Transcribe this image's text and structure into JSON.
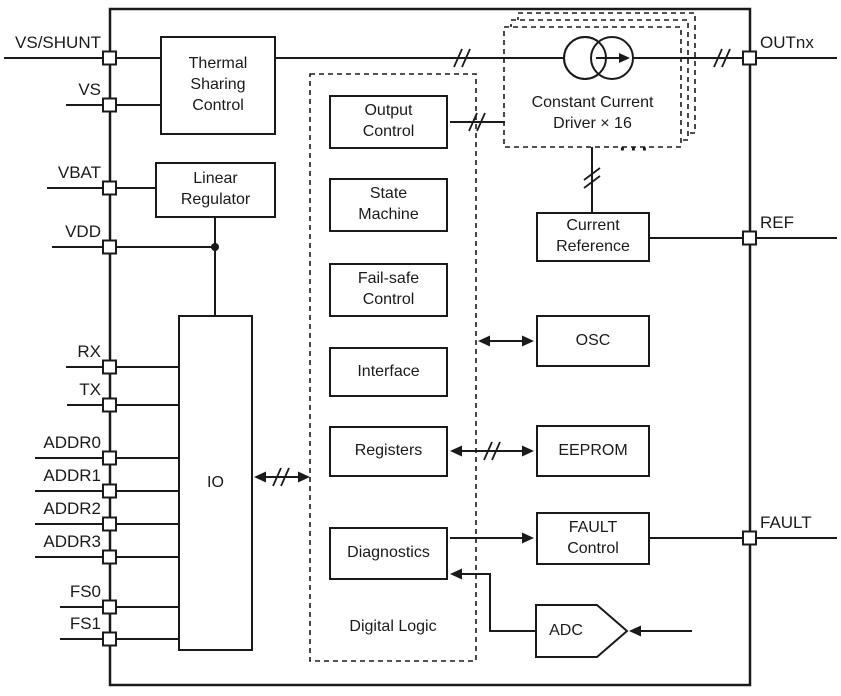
{
  "pins": {
    "left": [
      {
        "label": "VS/SHUNT"
      },
      {
        "label": "VS"
      },
      {
        "label": "VBAT"
      },
      {
        "label": "VDD"
      },
      {
        "label": "RX"
      },
      {
        "label": "TX"
      },
      {
        "label": "ADDR0"
      },
      {
        "label": "ADDR1"
      },
      {
        "label": "ADDR2"
      },
      {
        "label": "ADDR3"
      },
      {
        "label": "FS0"
      },
      {
        "label": "FS1"
      }
    ],
    "right": [
      {
        "label": "OUTnx"
      },
      {
        "label": "REF"
      },
      {
        "label": "FAULT"
      }
    ]
  },
  "blocks": {
    "thermal_sharing_control": "Thermal\nSharing\nControl",
    "linear_regulator": "Linear\nRegulator",
    "io": "IO",
    "output_control": "Output\nControl",
    "state_machine": "State\nMachine",
    "fail_safe_control": "Fail-safe\nControl",
    "interface": "Interface",
    "registers": "Registers",
    "diagnostics": "Diagnostics",
    "digital_logic": "Digital Logic",
    "constant_current_driver": "Constant Current\nDriver × 16",
    "ellipsis": "···",
    "current_reference": "Current\nReference",
    "osc": "OSC",
    "eeprom": "EEPROM",
    "fault_control": "FAULT\nControl",
    "adc": "ADC"
  },
  "colors": {
    "line": "#1a1a1a",
    "background": "#ffffff"
  }
}
